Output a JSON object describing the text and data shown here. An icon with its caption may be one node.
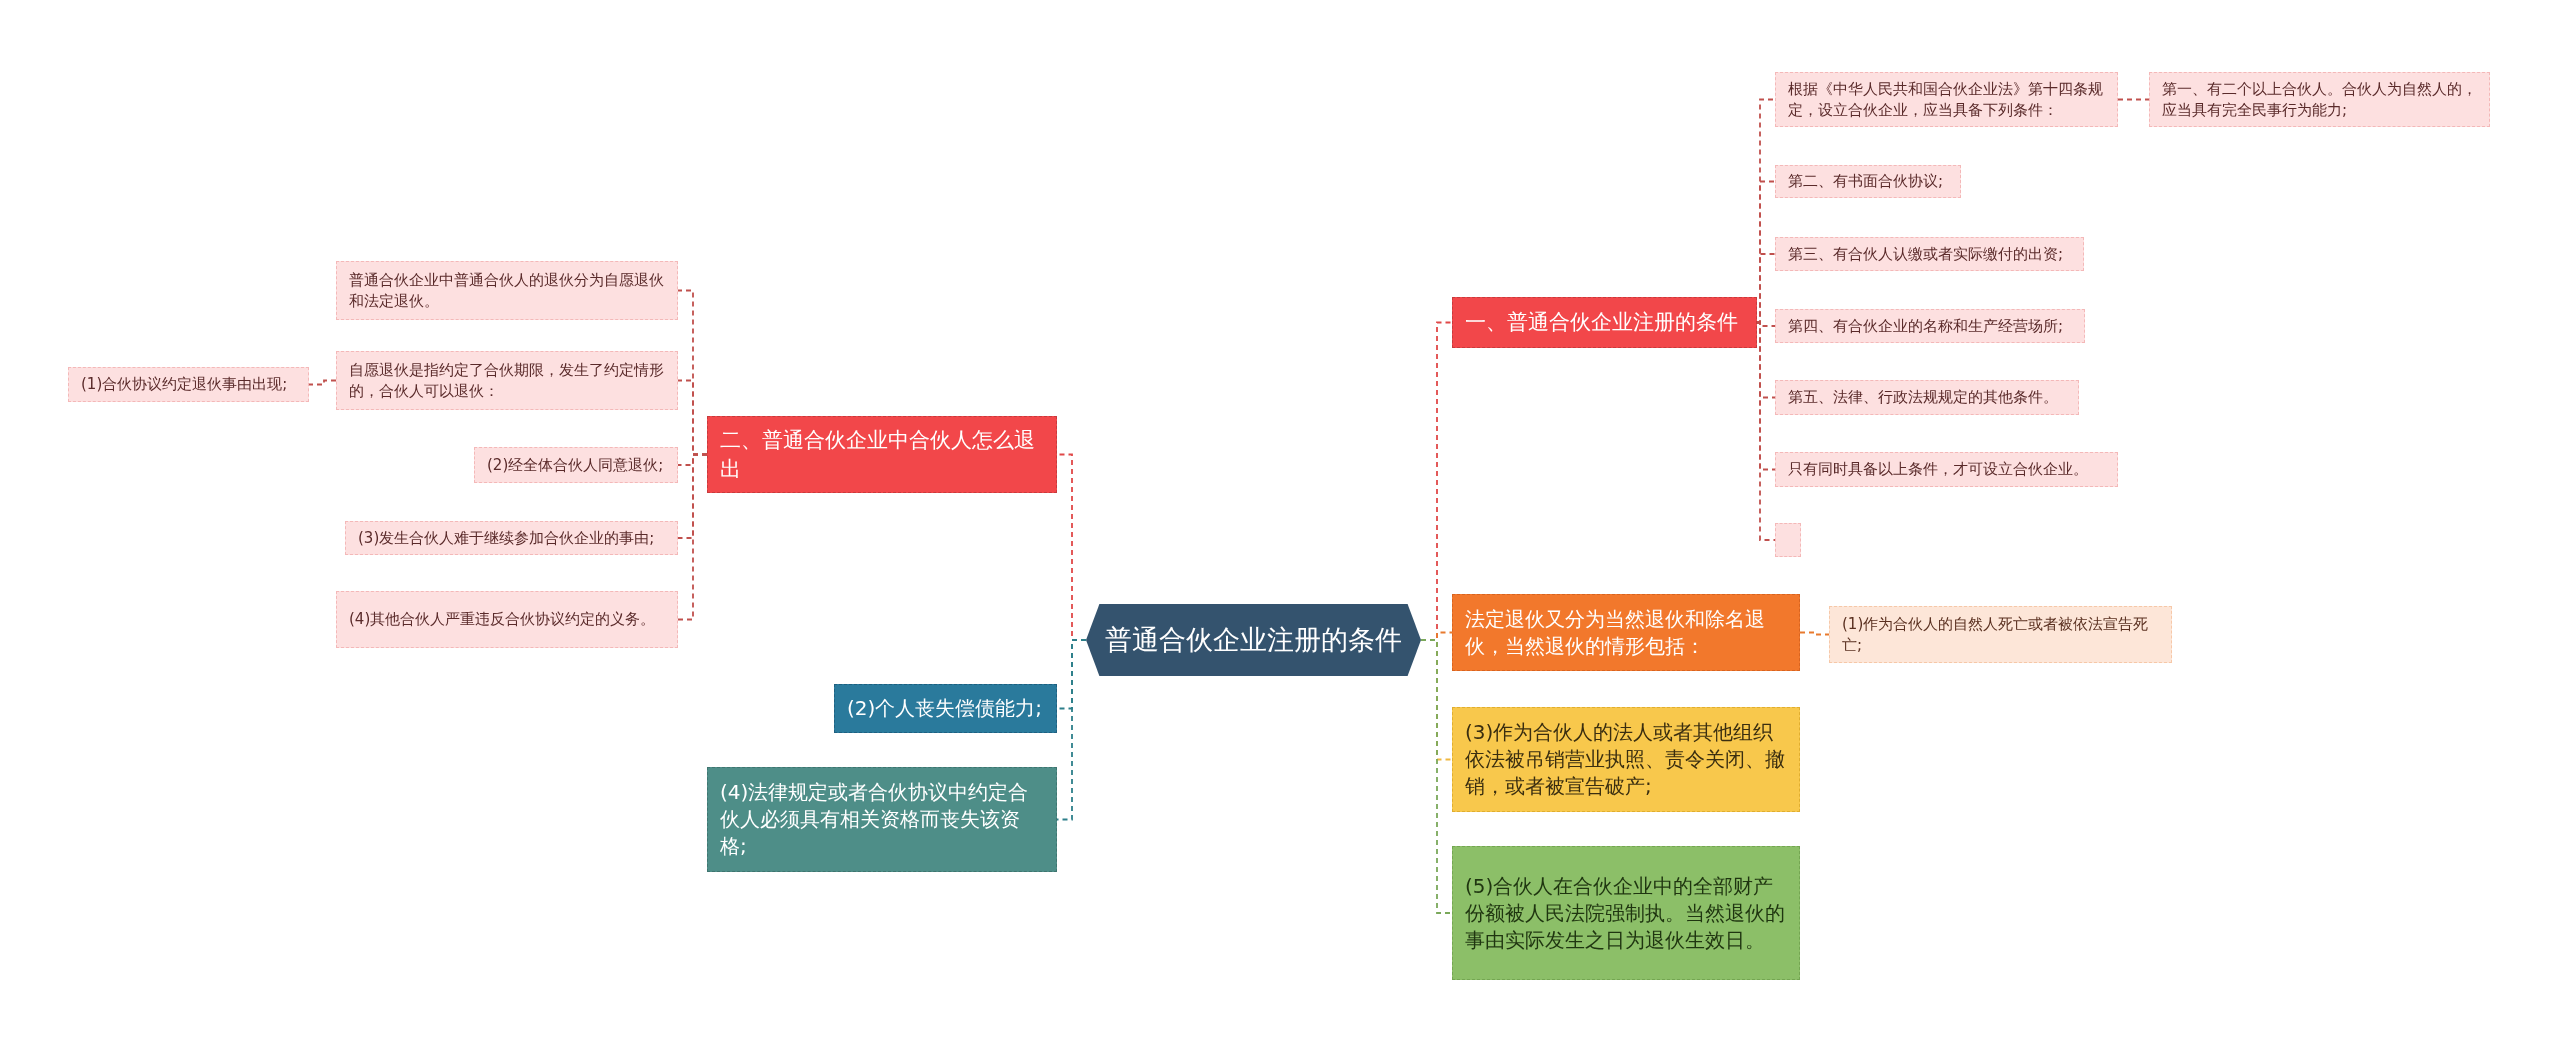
{
  "diagram": {
    "nodes": [
      {
        "text": [
          "普通合伙企业注册的条件"
        ]
      },
      {
        "text": [
          "一、普通合伙企业注册的条件"
        ]
      },
      {
        "text": [
          "根据《中华人民共和国合伙企业法》第十四条规定，设立合伙企业，应当具备下列条件："
        ]
      },
      {
        "text": [
          "第一、有二个以上合伙人。合伙人为自然人的，应当具有完全民事行为能力;"
        ]
      },
      {
        "text": [
          "第二、有书面合伙协议;"
        ]
      },
      {
        "text": [
          "第三、有合伙人认缴或者实际缴付的出资;"
        ]
      },
      {
        "text": [
          "第四、有合伙企业的名称和生产经营场所;"
        ]
      },
      {
        "text": [
          "第五、法律、行政法规规定的其他条件。"
        ]
      },
      {
        "text": [
          "只有同时具备以上条件，才可设立合伙企业。"
        ]
      },
      {
        "text": [],
        "shape": "box"
      },
      {
        "text": [
          "二、普通合伙企业中合伙人怎么退出"
        ]
      },
      {
        "text": [
          "普通合伙企业中普通合伙人的退伙分为自愿退伙和法定退伙。"
        ]
      },
      {
        "text": [
          "自愿退伙是指约定了合伙期限，发生了约定情形的，合伙人可以退伙："
        ]
      },
      {
        "text": [
          "(1)合伙协议约定退伙事由出现;"
        ]
      },
      {
        "text": [
          "(2)经全体合伙人同意退伙;"
        ]
      },
      {
        "text": [
          "(3)发生合伙人难于继续参加合伙企业的事由;"
        ]
      },
      {
        "text": [
          "(4)其他合伙人严重违反合伙协议约定的义务。"
        ]
      },
      {
        "text": [
          "(2)个人丧失偿债能力;"
        ]
      },
      {
        "text": [
          "(4)法律规定或者合伙协议中约定合伙人必须具有相关资格而丧失该资格;"
        ]
      },
      {
        "text": [
          "法定退伙又分为当然退伙和除名退伙，当然退伙的情形包括："
        ]
      },
      {
        "text": [
          "(1)作为合伙人的自然人死亡或者被依法宣告死亡;"
        ]
      },
      {
        "text": [
          "(3)作为合伙人的法人或者其他组织依法被吊销营业执照、责令关闭、撤销，或者被宣告破产;"
        ]
      },
      {
        "text": [
          "(5)合伙人在合伙企业中的全部财产份额被人民法院强制执。当然退伙的事由实际发生之日为退伙生效日。"
        ]
      }
    ],
    "edges": [
      {
        "from": 0,
        "to": 1,
        "arrow": "none",
        "style": "dashed",
        "color": "#e04848"
      },
      {
        "from": 1,
        "to": 2,
        "arrow": "none",
        "style": "dashed"
      },
      {
        "from": 2,
        "to": 3,
        "arrow": "none",
        "style": "dashed"
      },
      {
        "from": 1,
        "to": 4,
        "arrow": "none",
        "style": "dashed"
      },
      {
        "from": 1,
        "to": 5,
        "arrow": "none",
        "style": "dashed"
      },
      {
        "from": 1,
        "to": 6,
        "arrow": "none",
        "style": "dashed"
      },
      {
        "from": 1,
        "to": 7,
        "arrow": "none",
        "style": "dashed"
      },
      {
        "from": 1,
        "to": 8,
        "arrow": "none",
        "style": "dashed"
      },
      {
        "from": 1,
        "to": 9,
        "arrow": "none",
        "style": "dashed"
      },
      {
        "from": 0,
        "to": 10,
        "arrow": "none",
        "style": "dashed",
        "color": "#e04848"
      },
      {
        "from": 10,
        "to": 11,
        "arrow": "none",
        "style": "dashed"
      },
      {
        "from": 10,
        "to": 12,
        "arrow": "none",
        "style": "dashed"
      },
      {
        "from": 12,
        "to": 13,
        "arrow": "none",
        "style": "dashed"
      },
      {
        "from": 10,
        "to": 14,
        "arrow": "none",
        "style": "dashed"
      },
      {
        "from": 10,
        "to": 15,
        "arrow": "none",
        "style": "dashed"
      },
      {
        "from": 10,
        "to": 16,
        "arrow": "none",
        "style": "dashed"
      },
      {
        "from": 0,
        "to": 17,
        "arrow": "none",
        "style": "dashed",
        "color": "#2d7f8a"
      },
      {
        "from": 0,
        "to": 18,
        "arrow": "none",
        "style": "dashed",
        "color": "#2d7f8a"
      },
      {
        "from": 0,
        "to": 19,
        "arrow": "none",
        "style": "dashed",
        "color": "#e87a2e"
      },
      {
        "from": 19,
        "to": 20,
        "arrow": "none",
        "style": "dashed",
        "color": "#e87a2e"
      },
      {
        "from": 0,
        "to": 21,
        "arrow": "none",
        "style": "dashed",
        "color": "#f0b840"
      },
      {
        "from": 0,
        "to": 22,
        "arrow": "none",
        "style": "dashed",
        "color": "#7aa85a"
      }
    ]
  }
}
